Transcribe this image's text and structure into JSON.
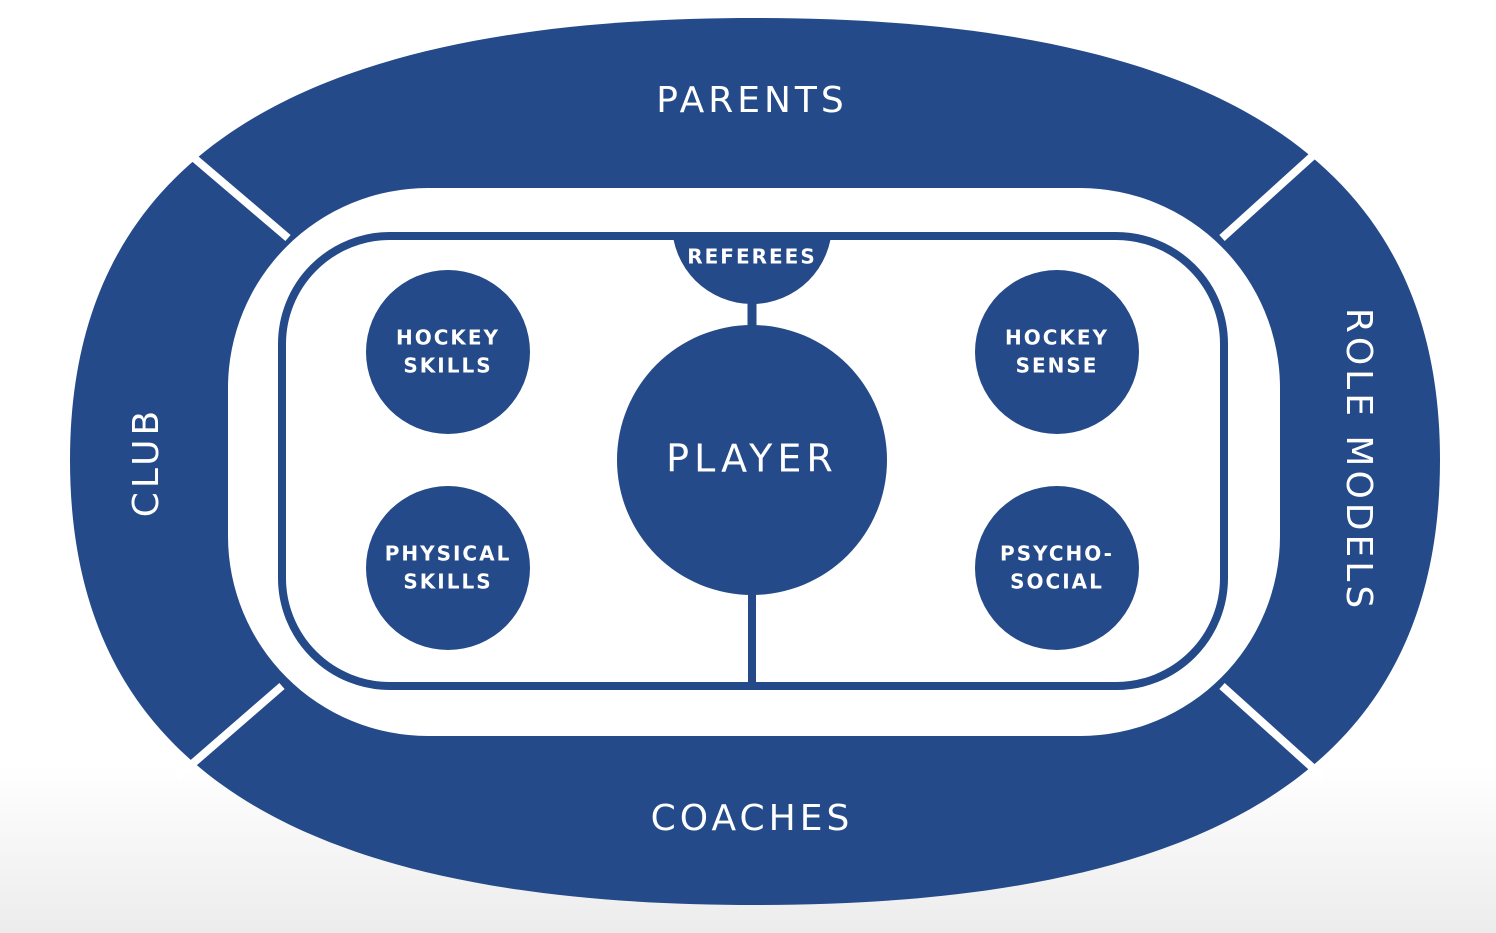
{
  "colors": {
    "primary": "#244a8a",
    "background": "#ffffff"
  },
  "ring": {
    "top": "PARENTS",
    "bottom": "COACHES",
    "left": "CLUB",
    "right": "ROLE MODELS"
  },
  "rink": {
    "referees": "REFEREES",
    "center": "PLAYER",
    "nodes": [
      {
        "line1": "HOCKEY",
        "line2": "SKILLS"
      },
      {
        "line1": "HOCKEY",
        "line2": "SENSE"
      },
      {
        "line1": "PHYSICAL",
        "line2": "SKILLS"
      },
      {
        "line1": "PSYCHO-",
        "line2": "SOCIAL"
      }
    ]
  }
}
